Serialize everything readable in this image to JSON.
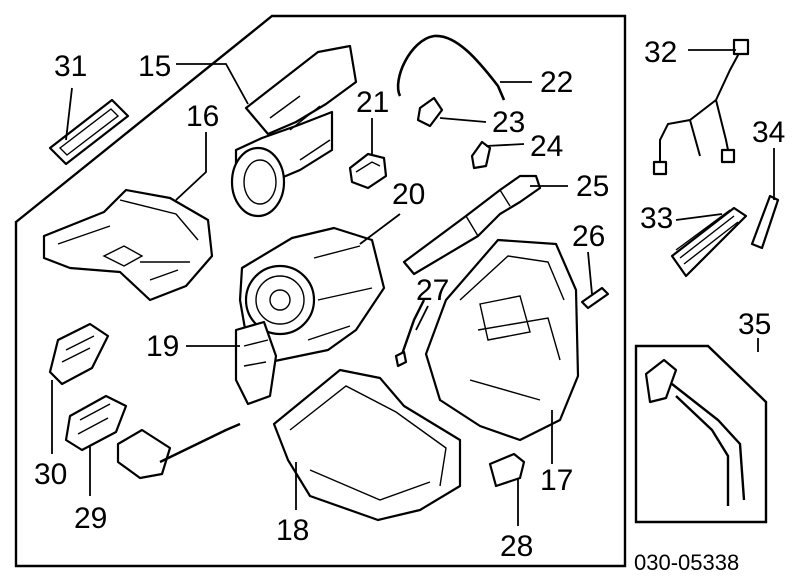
{
  "diagram": {
    "part_number": "030-05338",
    "callouts": {
      "c15": "15",
      "c16": "16",
      "c17": "17",
      "c18": "18",
      "c19": "19",
      "c20": "20",
      "c21": "21",
      "c22": "22",
      "c23": "23",
      "c24": "24",
      "c25": "25",
      "c26": "26",
      "c27": "27",
      "c28": "28",
      "c29": "29",
      "c30": "30",
      "c31": "31",
      "c32": "32",
      "c33": "33",
      "c34": "34",
      "c35": "35"
    }
  }
}
